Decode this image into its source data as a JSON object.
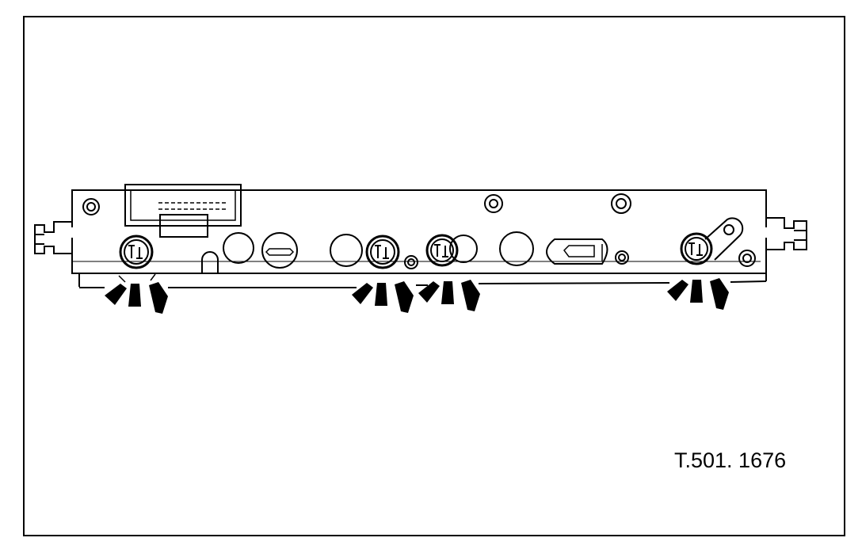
{
  "figure": {
    "reference_code": "T.501. 1676",
    "ink_color": "#000000",
    "paper_color": "#ffffff",
    "fastener_count": 4,
    "arrow_count": 4
  }
}
